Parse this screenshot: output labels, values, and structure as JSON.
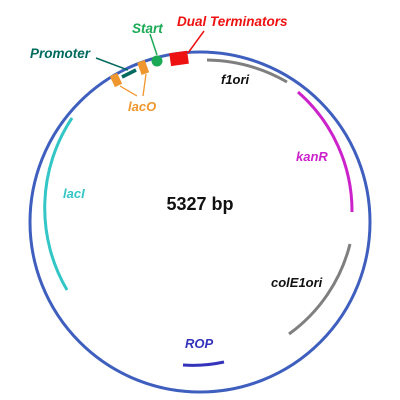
{
  "plasmid": {
    "size_label": "5327 bp",
    "backbone_color": "#3f5fbf"
  },
  "features": {
    "promoter": {
      "label": "Promoter",
      "color": "#006a5e"
    },
    "start": {
      "label": "Start",
      "color": "#1aaa55"
    },
    "terminators": {
      "label": "Dual Terminators",
      "color": "#ee1111"
    },
    "laco": {
      "label": "lacO",
      "color": "#f0962e"
    },
    "f1ori": {
      "label": "f1ori",
      "color": "#7f7f7f"
    },
    "kanr": {
      "label": "kanR",
      "color": "#cc22cc"
    },
    "cole1ori": {
      "label": "colE1ori",
      "color": "#7f7f7f"
    },
    "rop": {
      "label": "ROP",
      "color": "#3333bb"
    },
    "laci": {
      "label": "lacI",
      "color": "#33c6c6"
    }
  }
}
